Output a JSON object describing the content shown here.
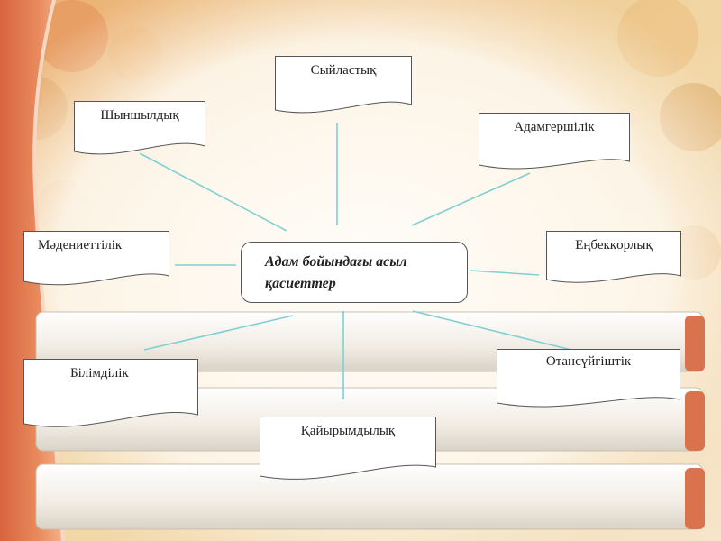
{
  "diagram": {
    "center_label": "Адам бойындағы асыл қасиеттер",
    "nodes": {
      "syilastyk": "Сыйластық",
      "shynshyldyk": "Шыншылдық",
      "adamgershilik": "Адамгершілік",
      "madeniettilik": "Мәдениеттілік",
      "enbekkorlyk": "Еңбекқорлық",
      "bilimdilik": "Білімділік",
      "otansuigishtik": "Отансүйгіштік",
      "kaiyrymdylyk": "Қайырымдылық"
    }
  },
  "colors": {
    "connector": "#7fcfd3",
    "border": "#555555",
    "accent_bar": "#d9734e",
    "autumn_red": "#d96a4a",
    "autumn_yellow": "#e8c06a"
  }
}
